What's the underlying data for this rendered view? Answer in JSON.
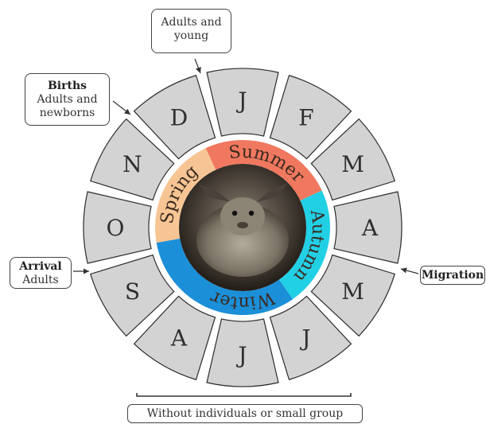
{
  "months": [
    "J",
    "F",
    "M",
    "A",
    "M",
    "J",
    "J",
    "A",
    "S",
    "O",
    "N",
    "D"
  ],
  "seasons": [
    {
      "label": "Summer",
      "color": "#f0785f"
    },
    {
      "label": "Autumn",
      "color": "#22d0e6"
    },
    {
      "label": "Winter",
      "color": "#1b8fd8"
    },
    {
      "label": "Spring",
      "color": "#f7c594"
    }
  ],
  "colors": {
    "month_fill": "#d3d3d3",
    "month_stroke": "#2b2b2b",
    "callout_stroke": "#444444"
  },
  "center_image": {
    "subject": "bat-photo"
  },
  "callouts": {
    "adults_young": {
      "line1": "Adults and",
      "line2": "young"
    },
    "births": {
      "title": "Births",
      "line1": "Adults and",
      "line2": "newborns"
    },
    "arrival": {
      "title": "Arrival",
      "line1": "Adults"
    },
    "migration": {
      "title": "Migration"
    },
    "without": {
      "text": "Without individuals or small group"
    }
  }
}
